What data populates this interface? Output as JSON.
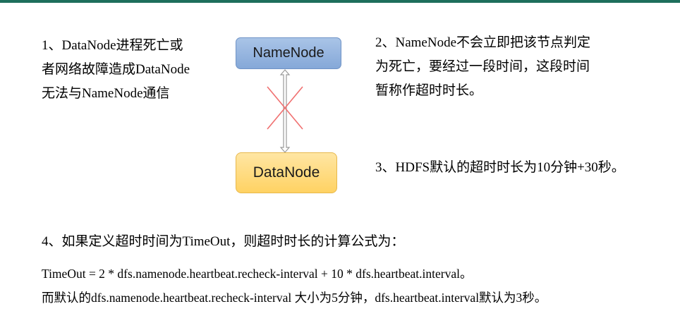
{
  "colors": {
    "top_bar": "#1e6f5c",
    "namenode_fill": "#92b3df",
    "datanode_fill": "#ffd877",
    "cross": "#f07070"
  },
  "diagram": {
    "namenode_label": "NameNode",
    "datanode_label": "DataNode",
    "link_state": "broken"
  },
  "notes": {
    "note1": [
      "1、DataNode进程死亡或",
      "者网络故障造成DataNode",
      "无法与NameNode通信"
    ],
    "note2": [
      "2、NameNode不会立即把该节点判定",
      "为死亡，要经过一段时间，这段时间",
      "暂称作超时时长。"
    ],
    "note3": "3、HDFS默认的超时时长为10分钟+30秒。",
    "note4": "4、如果定义超时时间为TimeOut，则超时时长的计算公式为：",
    "formula": "TimeOut  = 2 * dfs.namenode.heartbeat.recheck-interval + 10 * dfs.heartbeat.interval。",
    "defaults": "而默认的dfs.namenode.heartbeat.recheck-interval 大小为5分钟，dfs.heartbeat.interval默认为3秒。"
  }
}
